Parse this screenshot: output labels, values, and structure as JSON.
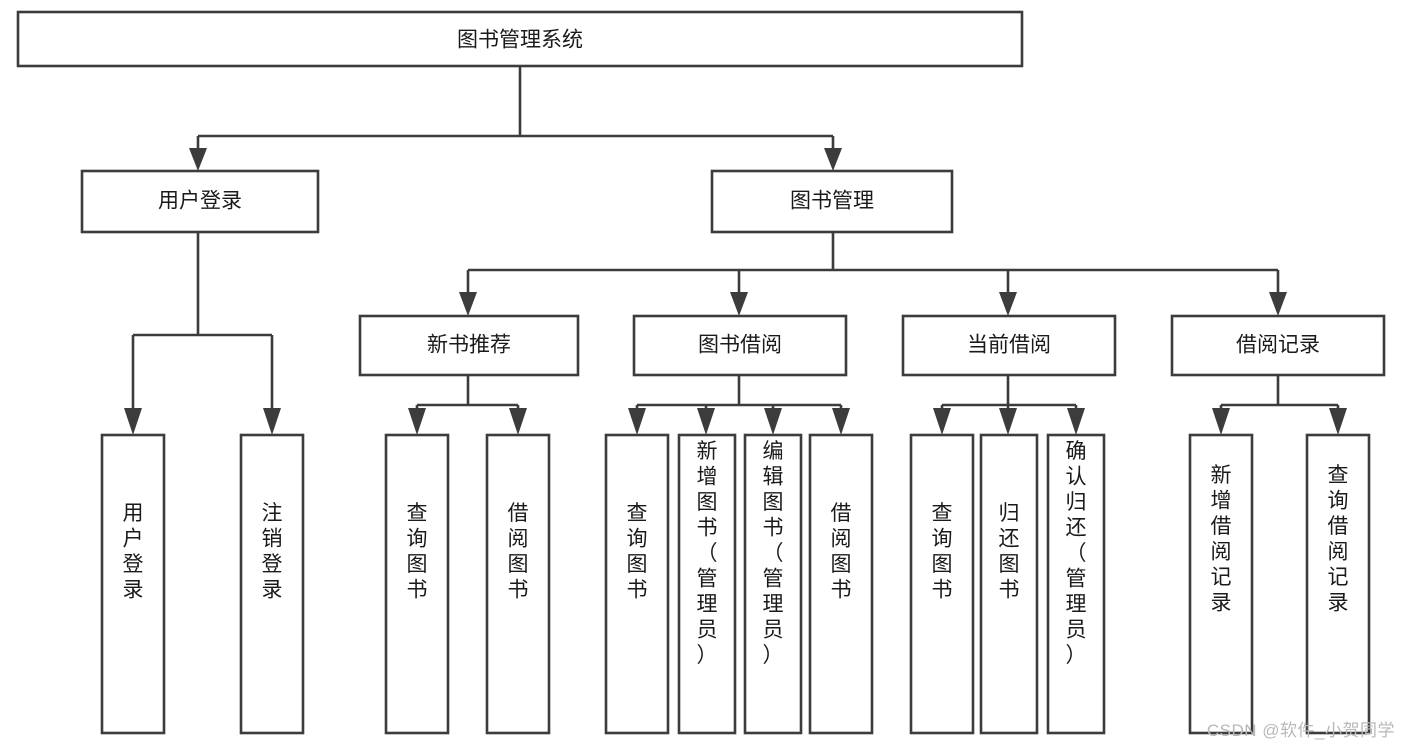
{
  "diagram": {
    "type": "tree-hierarchy",
    "title": "图书管理系统",
    "background_color": "#ffffff",
    "line_color": "#3c3c3c",
    "text_color": "#1a1a1a",
    "root": {
      "label": "图书管理系统"
    },
    "level2": [
      {
        "label": "用户登录"
      },
      {
        "label": "图书管理"
      }
    ],
    "level3": [
      {
        "label": "新书推荐"
      },
      {
        "label": "图书借阅"
      },
      {
        "label": "当前借阅"
      },
      {
        "label": "借阅记录"
      }
    ],
    "leaves": {
      "user_login": [
        {
          "label": "用户登录"
        },
        {
          "label": "注销登录"
        }
      ],
      "new_book_recommend": [
        {
          "label": "查询图书"
        },
        {
          "label": "借阅图书"
        }
      ],
      "book_borrow": [
        {
          "label": "查询图书"
        },
        {
          "label": "新增图书（管理员）"
        },
        {
          "label": "编辑图书（管理员）"
        },
        {
          "label": "借阅图书"
        }
      ],
      "current_borrow": [
        {
          "label": "查询图书"
        },
        {
          "label": "归还图书"
        },
        {
          "label": "确认归还（管理员）"
        }
      ],
      "borrow_record": [
        {
          "label": "新增借阅记录"
        },
        {
          "label": "查询借阅记录"
        }
      ]
    }
  },
  "watermark": {
    "text": "CSDN @软件_小贺同学"
  }
}
